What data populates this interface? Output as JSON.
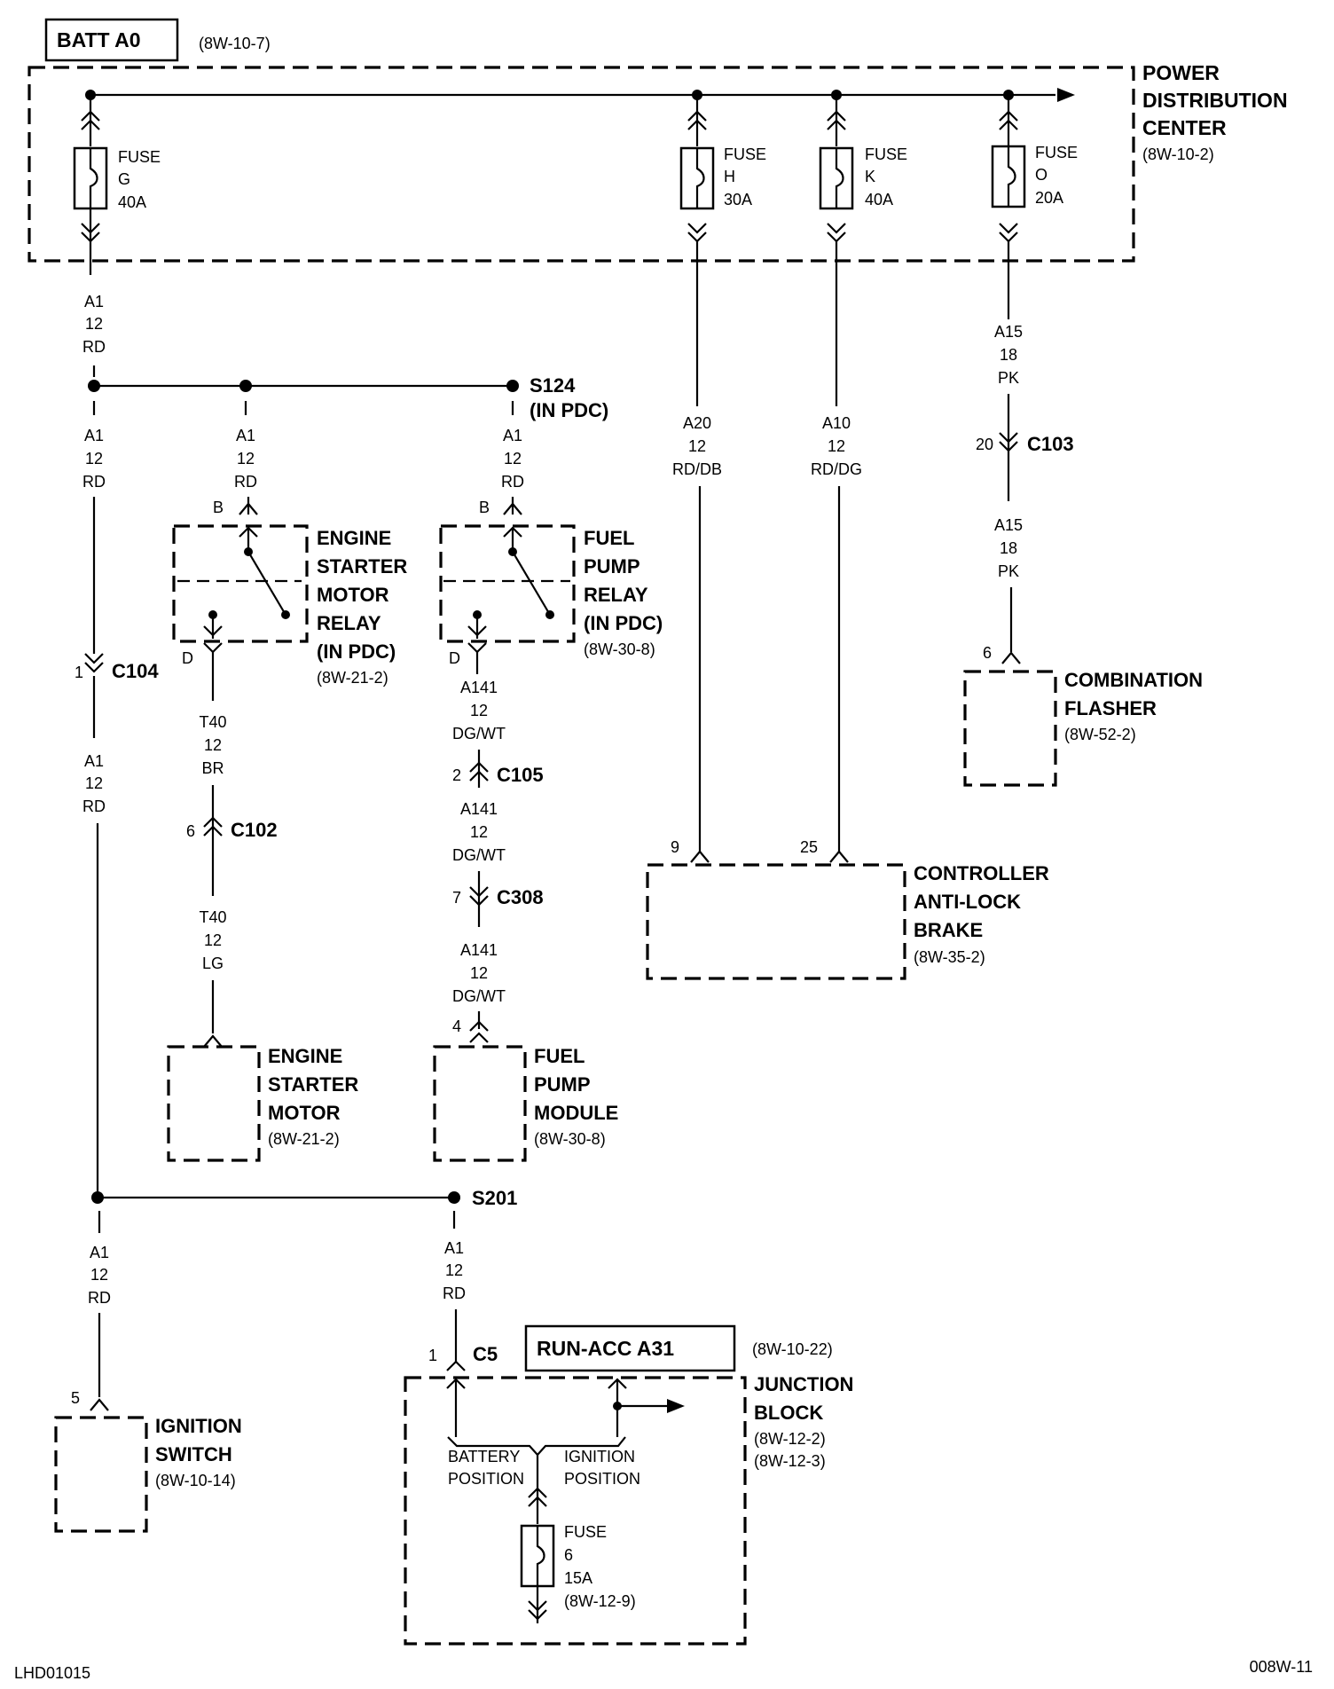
{
  "batt": {
    "label": "BATT A0",
    "ref": "(8W-10-7)"
  },
  "pdc": {
    "line1": "POWER",
    "line2": "DISTRIBUTION",
    "line3": "CENTER",
    "ref": "(8W-10-2)"
  },
  "fuse_g": {
    "l1": "FUSE",
    "l2": "G",
    "l3": "40A"
  },
  "fuse_h": {
    "l1": "FUSE",
    "l2": "H",
    "l3": "30A"
  },
  "fuse_k": {
    "l1": "FUSE",
    "l2": "K",
    "l3": "40A"
  },
  "fuse_o": {
    "l1": "FUSE",
    "l2": "O",
    "l3": "20A"
  },
  "w_a1_top": {
    "c": "A1",
    "g": "12",
    "col": "RD"
  },
  "w_a1_left": {
    "c": "A1",
    "g": "12",
    "col": "RD"
  },
  "w_a1_mid": {
    "c": "A1",
    "g": "12",
    "col": "RD"
  },
  "w_a1_s124": {
    "c": "A1",
    "g": "12",
    "col": "RD"
  },
  "w_a1_c104": {
    "c": "A1",
    "g": "12",
    "col": "RD"
  },
  "w_a1_ign": {
    "c": "A1",
    "g": "12",
    "col": "RD"
  },
  "w_a1_s201": {
    "c": "A1",
    "g": "12",
    "col": "RD"
  },
  "s124": {
    "name": "S124",
    "note": "(IN PDC)"
  },
  "w_a20": {
    "c": "A20",
    "g": "12",
    "col": "RD/DB"
  },
  "w_a10": {
    "c": "A10",
    "g": "12",
    "col": "RD/DG"
  },
  "w_a15_top": {
    "c": "A15",
    "g": "18",
    "col": "PK"
  },
  "w_a15_bot": {
    "c": "A15",
    "g": "18",
    "col": "PK"
  },
  "c103": {
    "pin": "20",
    "name": "C103"
  },
  "esm_relay": {
    "pin_b": "B",
    "pin_d": "D",
    "l1": "ENGINE",
    "l2": "STARTER",
    "l3": "MOTOR",
    "l4": "RELAY",
    "l5": "(IN PDC)",
    "ref": "(8W-21-2)"
  },
  "fp_relay": {
    "pin_b": "B",
    "pin_d": "D",
    "l1": "FUEL",
    "l2": "PUMP",
    "l3": "RELAY",
    "l4": "(IN PDC)",
    "ref": "(8W-30-8)"
  },
  "c104": {
    "pin": "1",
    "name": "C104"
  },
  "w_t40_br": {
    "c": "T40",
    "g": "12",
    "col": "BR"
  },
  "c102": {
    "pin": "6",
    "name": "C102"
  },
  "w_t40_lg": {
    "c": "T40",
    "g": "12",
    "col": "LG"
  },
  "w_a141_1": {
    "c": "A141",
    "g": "12",
    "col": "DG/WT"
  },
  "c105": {
    "pin": "2",
    "name": "C105"
  },
  "w_a141_2": {
    "c": "A141",
    "g": "12",
    "col": "DG/WT"
  },
  "c308": {
    "pin": "7",
    "name": "C308"
  },
  "w_a141_3": {
    "c": "A141",
    "g": "12",
    "col": "DG/WT"
  },
  "combo_flasher": {
    "pin": "6",
    "l1": "COMBINATION",
    "l2": "FLASHER",
    "ref": "(8W-52-2)"
  },
  "controller_abs": {
    "pin_a": "9",
    "pin_b": "25",
    "l1": "CONTROLLER",
    "l2": "ANTI-LOCK",
    "l3": "BRAKE",
    "ref": "(8W-35-2)"
  },
  "engine_starter": {
    "l1": "ENGINE",
    "l2": "STARTER",
    "l3": "MOTOR",
    "ref": "(8W-21-2)"
  },
  "fuel_pump_module": {
    "pin": "4",
    "l1": "FUEL",
    "l2": "PUMP",
    "l3": "MODULE",
    "ref": "(8W-30-8)"
  },
  "s201": {
    "name": "S201"
  },
  "ignition_switch": {
    "pin": "5",
    "l1": "IGNITION",
    "l2": "SWITCH",
    "ref": "(8W-10-14)"
  },
  "run_acc": {
    "label": "RUN-ACC A31",
    "ref": "(8W-10-22)"
  },
  "c5": {
    "pin": "1",
    "name": "C5"
  },
  "junction_block": {
    "l1": "JUNCTION",
    "l2": "BLOCK",
    "ref1": "(8W-12-2)",
    "ref2": "(8W-12-3)"
  },
  "positions": {
    "bat1": "BATTERY",
    "bat2": "POSITION",
    "ign1": "IGNITION",
    "ign2": "POSITION"
  },
  "fuse_6": {
    "l1": "FUSE",
    "l2": "6",
    "l3": "15A",
    "ref": "(8W-12-9)"
  },
  "footer": {
    "left": "LHD01015",
    "right": "008W-11"
  }
}
